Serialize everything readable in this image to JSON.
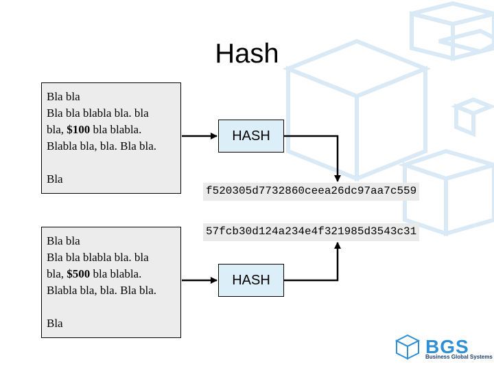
{
  "slide": {
    "title": "Hash"
  },
  "top": {
    "doc_lines": [
      "Bla bla",
      "Bla bla blabla bla. bla",
      "bla, ",
      "Blabla bla, bla. Bla bla.",
      "",
      "Bla"
    ],
    "doc_line3_prefix": "bla, ",
    "doc_amount": "$100",
    "doc_line3_suffix": " bla blabla.",
    "hash_label": "HASH",
    "digest": "f520305d7732860ceea26dc97aa7c559"
  },
  "bottom": {
    "doc_line1": "Bla bla",
    "doc_line2": "Bla bla blabla bla. bla",
    "doc_line3_prefix": "bla, ",
    "doc_amount": "$500",
    "doc_line3_suffix": " bla blabla.",
    "doc_line4": "Blabla bla, bla. Bla bla.",
    "doc_line6": "Bla",
    "hash_label": "HASH",
    "digest": "57fcb30d124a234e4f321985d3543c31"
  },
  "logo": {
    "text": "BGS",
    "subtitle": "Business Global Systems"
  },
  "colors": {
    "doc_fill": "#ececec",
    "hash_fill": "#dceef8",
    "digest_fill": "#eaeaea",
    "logo_blue": "#2e8fd6",
    "bg_cube_stroke": "#d9e9f5"
  }
}
